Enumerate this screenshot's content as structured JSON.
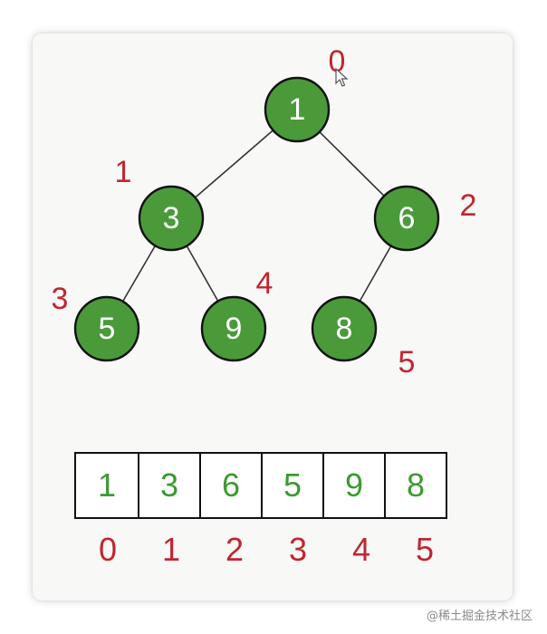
{
  "tree": {
    "nodes": [
      {
        "value": "1",
        "index": "0"
      },
      {
        "value": "3",
        "index": "1"
      },
      {
        "value": "6",
        "index": "2"
      },
      {
        "value": "5",
        "index": "3"
      },
      {
        "value": "9",
        "index": "4"
      },
      {
        "value": "8",
        "index": "5"
      }
    ],
    "edges": [
      [
        0,
        1
      ],
      [
        0,
        2
      ],
      [
        1,
        3
      ],
      [
        1,
        4
      ],
      [
        2,
        5
      ]
    ]
  },
  "array": {
    "values": [
      "1",
      "3",
      "6",
      "5",
      "9",
      "8"
    ],
    "indices": [
      "0",
      "1",
      "2",
      "3",
      "4",
      "5"
    ]
  },
  "watermark": "@稀土掘金技术社区",
  "colors": {
    "node_fill": "#4a9a3a",
    "node_stroke": "#111111",
    "index_red": "#c0262f",
    "array_green": "#3c9a32"
  }
}
